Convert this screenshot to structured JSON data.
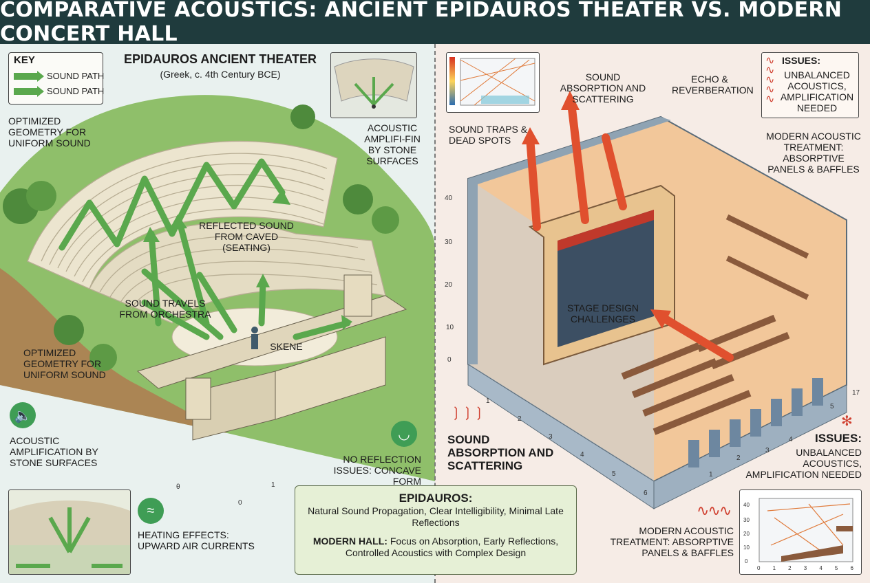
{
  "title": "COMPARATIVE ACOUSTICS: ANCIENT EPIDAUROS THEATER VS. MODERN CONCERT HALL",
  "key": {
    "title": "KEY",
    "items": [
      "SOUND PATH",
      "SOUND PATH"
    ]
  },
  "left": {
    "title": "EPIDAUROS ANCIENT THEATER",
    "subtitle": "(Greek, c. 4th Century BCE)",
    "labels": {
      "geometry_top": "OPTIMIZED GEOMETRY FOR UNIFORM SOUND",
      "geometry_bottom": "OPTIMIZED GEOMETRY FOR UNIFORM SOUND",
      "amplifi": "ACOUSTIC AMPLIFI-FIN BY STONE SURFACES",
      "reflected": "REFLECTED SOUND FROM CAVED (SEATING)",
      "travels": "SOUND TRAVELS FROM ORCHESTRA",
      "skene": "SKENE",
      "amplification": "ACOUSTIC AMPLIFICATION BY STONE SURFACES",
      "no_reflection": "NO REFLECTION ISSUES: CONCAVE FORM",
      "heating": "HEATING EFFECTS: UPWARD AIR CURRENTS"
    },
    "axis_ticks": [
      "θ",
      "1",
      "0"
    ]
  },
  "right": {
    "labels": {
      "absorption_top": "SOUND ABSORPTION AND SCATTERING",
      "echo": "ECHO & REVERBERATION",
      "issues_box": "ISSUES:",
      "issues_box_text": "UNBALANCED ACOUSTICS, AMPLIFICATION NEEDED",
      "traps": "SOUND TRAPS & DEAD SPOTS",
      "treatment_top": "MODERN ACOUSTIC TREATMENT: ABSORPTIVE PANELS & BAFFLES",
      "stage": "STAGE DESIGN CHALLENGES",
      "absorption_bottom": "SOUND ABSORPTION AND SCATTERING",
      "issues_bottom_title": "ISSUES:",
      "issues_bottom_text": "UNBALANCED ACOUSTICS, AMPLIFICATION NEEDED",
      "treatment_bottom": "MODERN ACOUSTIC TREATMENT: ABSORPTIVE PANELS & BAFFLES"
    },
    "y_ticks": [
      "40",
      "30",
      "20",
      "10",
      "0"
    ],
    "x_ticks": [
      "1",
      "2",
      "3",
      "4",
      "5",
      "6"
    ],
    "x_ticks_right": [
      "17",
      "5",
      "4",
      "3",
      "2",
      "1"
    ],
    "thumb_y_ticks": [
      "40",
      "30",
      "20",
      "10",
      "0"
    ],
    "thumb_x_ticks": [
      "0",
      "1",
      "2",
      "3",
      "4",
      "5",
      "6"
    ]
  },
  "summary": {
    "heading": "EPIDAUROS:",
    "text": "Natural Sound Propagation, Clear Intelligibility, Minimal Late Reflections",
    "modern_label": "MODERN HALL:",
    "modern_text": " Focus on Absorption, Early Reflections, Controlled Acoustics with Complex Design"
  },
  "colors": {
    "header": "#1f3b3d",
    "green_arrow": "#5aa84d",
    "red_arrow": "#e0502e",
    "stone": "#e8e0c8",
    "hall_frame": "#8fa3b3"
  }
}
